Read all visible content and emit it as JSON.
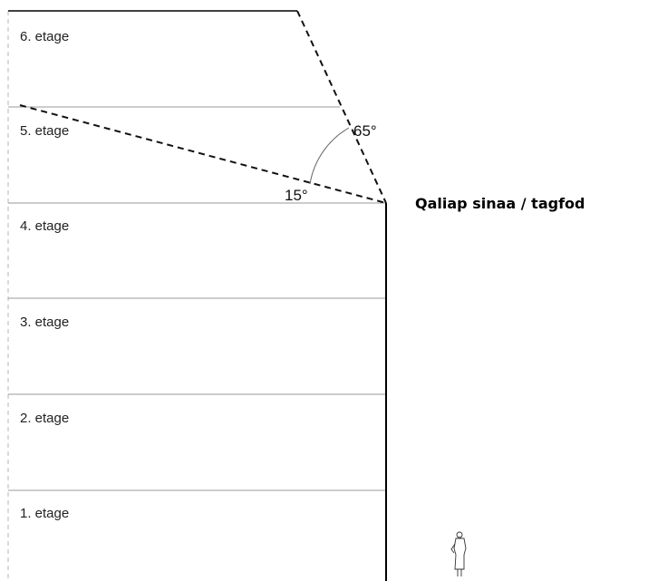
{
  "floors": [
    {
      "label": "6. etage"
    },
    {
      "label": "5. etage"
    },
    {
      "label": "4. etage"
    },
    {
      "label": "3. etage"
    },
    {
      "label": "2. etage"
    },
    {
      "label": "1. etage"
    }
  ],
  "angles": {
    "steep": "65°",
    "shallow": "15°"
  },
  "roof_edge_label": "Qaliap sinaa / tagfod",
  "colors": {
    "floor_line": "#9a9a9a",
    "facade_line": "#000000",
    "dashed_line": "#111111",
    "arc": "#666666"
  },
  "icons": {
    "person": "person-silhouette-icon"
  }
}
